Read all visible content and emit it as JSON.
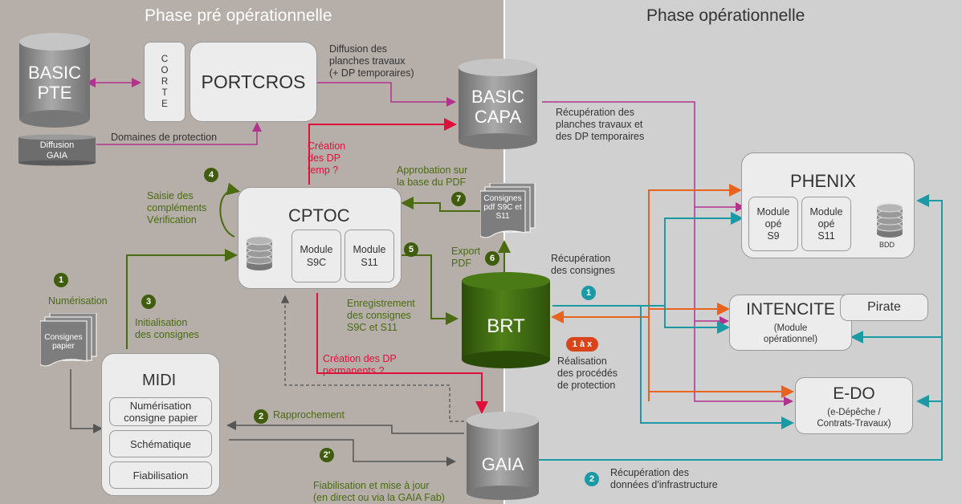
{
  "phases": {
    "pre": "Phase pré opérationnelle",
    "ope": "Phase opérationnelle"
  },
  "nodes": {
    "basic_pte": "BASIC\nPTE",
    "corte": [
      "C",
      "O",
      "R",
      "T",
      "E"
    ],
    "portcros": "PORTCROS",
    "diffusion_gaia": "Diffusion\nGAIA",
    "basic_capa": "BASIC\nCAPA",
    "cptoc": "CPTOC",
    "module_s9c": "Module\nS9C",
    "module_s11": "Module\nS11",
    "consignes_pdf": "Consignes\npdf S9C et\nS11",
    "brt": "BRT",
    "midi": "MIDI",
    "midi_items": [
      "Numérisation\nconsigne papier",
      "Schématique",
      "Fiabilisation"
    ],
    "consignes_papier": "Consignes\npapier",
    "gaia": "GAIA",
    "phenix": "PHENIX",
    "phenix_s9": "Module\nopé\nS9",
    "phenix_s11": "Module\nopé\nS11",
    "bdd": "BDD",
    "intencite": "INTENCITE",
    "intencite_sub": "(Module\nopérationnel)",
    "pirate": "Pirate",
    "edo": "E-DO",
    "edo_sub": "(e-Dépêche /\nContrats-Travaux)"
  },
  "labels": {
    "diffusion_planches": "Diffusion des\nplanches travaux\n(+ DP  temporaires)",
    "domaines": "Domaines de protection",
    "recup_planches": "Récupération des\nplanches travaux et\ndes DP temporaires",
    "creation_dp_temp": "Création\ndes DP\ntemp ?",
    "approbation": "Approbation sur\nla base du PDF",
    "saisie": "Saisie des\ncompléments\nVérification",
    "numerisation": "Numérisation",
    "initialisation": "Initialisation\ndes consignes",
    "export_pdf": "Export\nPDF",
    "recup_consignes": "Récupération\ndes consignes",
    "enregistrement": "Enregistrement\ndes consignes\nS9C et S11",
    "creation_dp_perm": "Création des DP\npermanents ?",
    "realisation": "Réalisation\ndes procédés\nde protection",
    "un_a_x": "1 à x",
    "rapprochement": "Rapprochement",
    "fiabilisation_maj": "Fiabilisation et mise à jour\n(en direct ou via la GAIA Fab)",
    "recup_infra": "Récupération des\ndonnées d'infrastructure"
  },
  "steps": {
    "s1": "1",
    "s2p": "2'",
    "s2": "2",
    "s3": "3",
    "s4": "4",
    "s5": "5",
    "s6": "6",
    "s7": "7",
    "t1": "1",
    "t2": "2"
  },
  "colors": {
    "left_bg": "#b5aea9",
    "right_bg": "#d0d0d0",
    "green_arrow": "#4a6b10",
    "red_arrow": "#e0103a",
    "purple_arrow": "#b0338f",
    "orange_arrow": "#e8641e",
    "teal_arrow": "#1b9aa6",
    "dark_arrow": "#555555",
    "brt_green": "#3f6b10",
    "cylinder_grey": "#8a8a8a"
  }
}
